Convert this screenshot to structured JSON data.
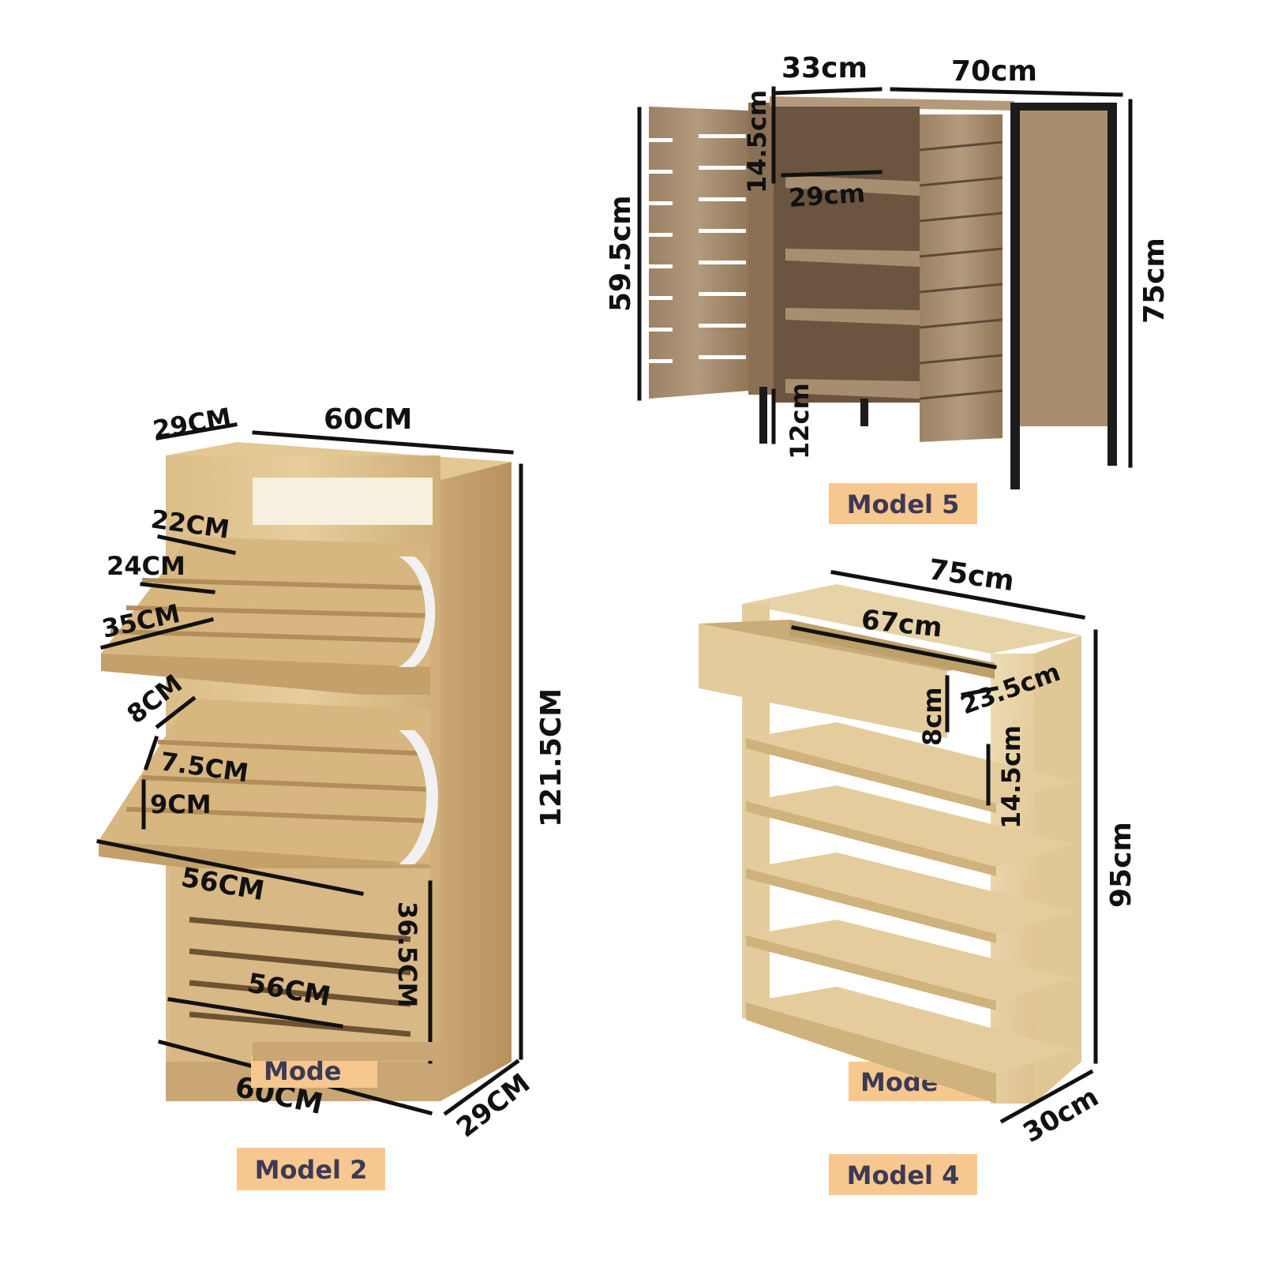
{
  "colors": {
    "oak_light": "#e6cd9c",
    "oak_mid": "#cfae78",
    "oak_dark": "#a67f4d",
    "oak_shadow": "#8d6a3f",
    "walnut_light": "#b39a7c",
    "walnut_mid": "#917758",
    "walnut_dark": "#5d4a36",
    "metal_black": "#1b1b1b",
    "hinge_white": "#f1f1f1",
    "dimension_line": "#111111",
    "badge_bg": "#f6c890",
    "badge_text": "#3c3a55"
  },
  "model2": {
    "badge": "Model 2",
    "hidden_badge_fragment": "Mode",
    "dimensions": {
      "top_depth": "29CM",
      "top_width": "60CM",
      "flap1_depth": "22CM",
      "flap2_depth": "24CM",
      "flap3_depth": "35CM",
      "compartment_a": "8CM",
      "compartment_b": "7.5CM",
      "compartment_c": "9CM",
      "flap_width": "56CM",
      "height": "121.5CM",
      "bottom_height": "36.5CM",
      "bottom_inner_width": "56CM",
      "bottom_width": "60CM",
      "bottom_depth": "29CM"
    }
  },
  "model5": {
    "badge": "Model 5",
    "dimensions": {
      "depth": "33cm",
      "width": "70cm",
      "shelf_gap": "14.5cm",
      "shelf_depth": "29cm",
      "door_height": "59.5cm",
      "height": "75cm",
      "leg_height": "12cm"
    }
  },
  "model4": {
    "badge": "Model 4",
    "hidden_badge_fragment": "Mode",
    "dimensions": {
      "width": "75cm",
      "drawer_width": "67cm",
      "drawer_depth": "23.5cm",
      "drawer_height": "8cm",
      "shelf_gap": "14.5cm",
      "height": "95cm",
      "depth": "30cm"
    }
  }
}
